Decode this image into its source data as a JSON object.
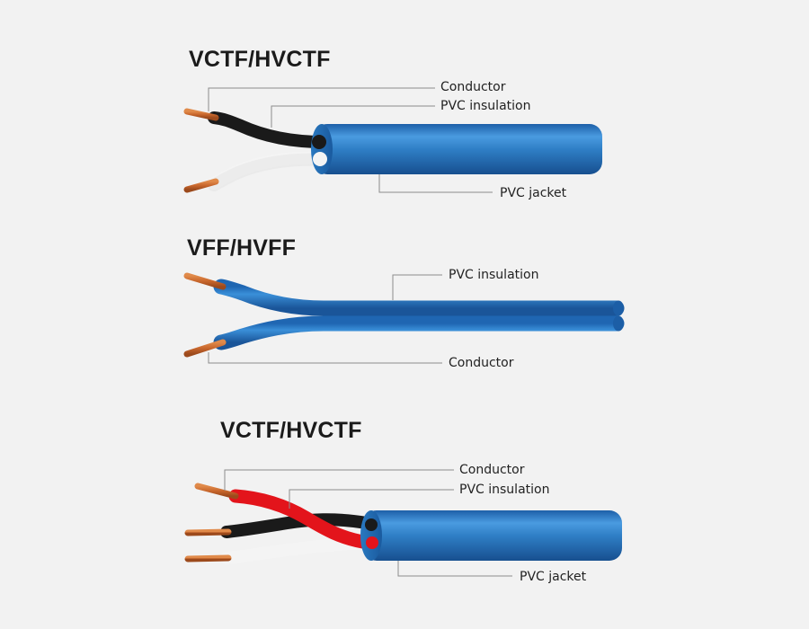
{
  "diagrams": [
    {
      "title": "VCTF/HVCTF",
      "labels": {
        "conductor": "Conductor",
        "insulation": "PVC insulation",
        "jacket": "PVC jacket"
      }
    },
    {
      "title": "VFF/HVFF",
      "labels": {
        "insulation": "PVC insulation",
        "conductor": "Conductor"
      }
    },
    {
      "title": "VCTF/HVCTF",
      "labels": {
        "conductor": "Conductor",
        "insulation": "PVC insulation",
        "jacket": "PVC jacket"
      }
    }
  ],
  "colors": {
    "background": "#f2f2f2",
    "jacket_blue": "#2f7fc6",
    "insulation_black": "#1a1a1a",
    "insulation_white": "#f4f4f4",
    "insulation_red": "#e3141b",
    "copper": "#c8662c",
    "leader_line": "#8c8c8c"
  }
}
